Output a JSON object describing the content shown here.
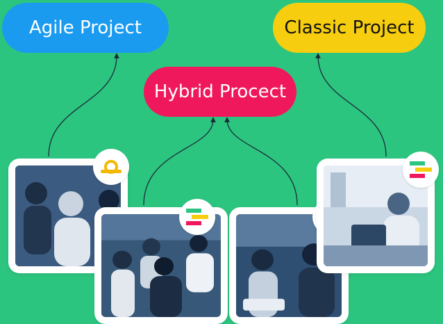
{
  "nodes": {
    "agile": {
      "label": "Agile Project",
      "color": "#1a9bf0"
    },
    "hybrid": {
      "label": "Hybrid Procect",
      "color": "#f0185c"
    },
    "classic": {
      "label": "Classic Project",
      "color": "#f7ce0f"
    }
  },
  "edges": [
    {
      "from": "photo-team-1",
      "to": "agile"
    },
    {
      "from": "photo-team-2",
      "to": "hybrid"
    },
    {
      "from": "photo-team-3",
      "to": "hybrid"
    },
    {
      "from": "photo-team-4",
      "to": "classic"
    }
  ],
  "badges": {
    "agile_icon": "agile-method-icon",
    "classic_icon": "gantt-bars-icon"
  },
  "colors": {
    "background": "#2cc57f",
    "connector": "#1b2a3a",
    "gantt_green": "#2cc57f",
    "gantt_yellow": "#f7ce0f",
    "gantt_pink": "#f0185c",
    "agile_gold": "#f5b800"
  }
}
